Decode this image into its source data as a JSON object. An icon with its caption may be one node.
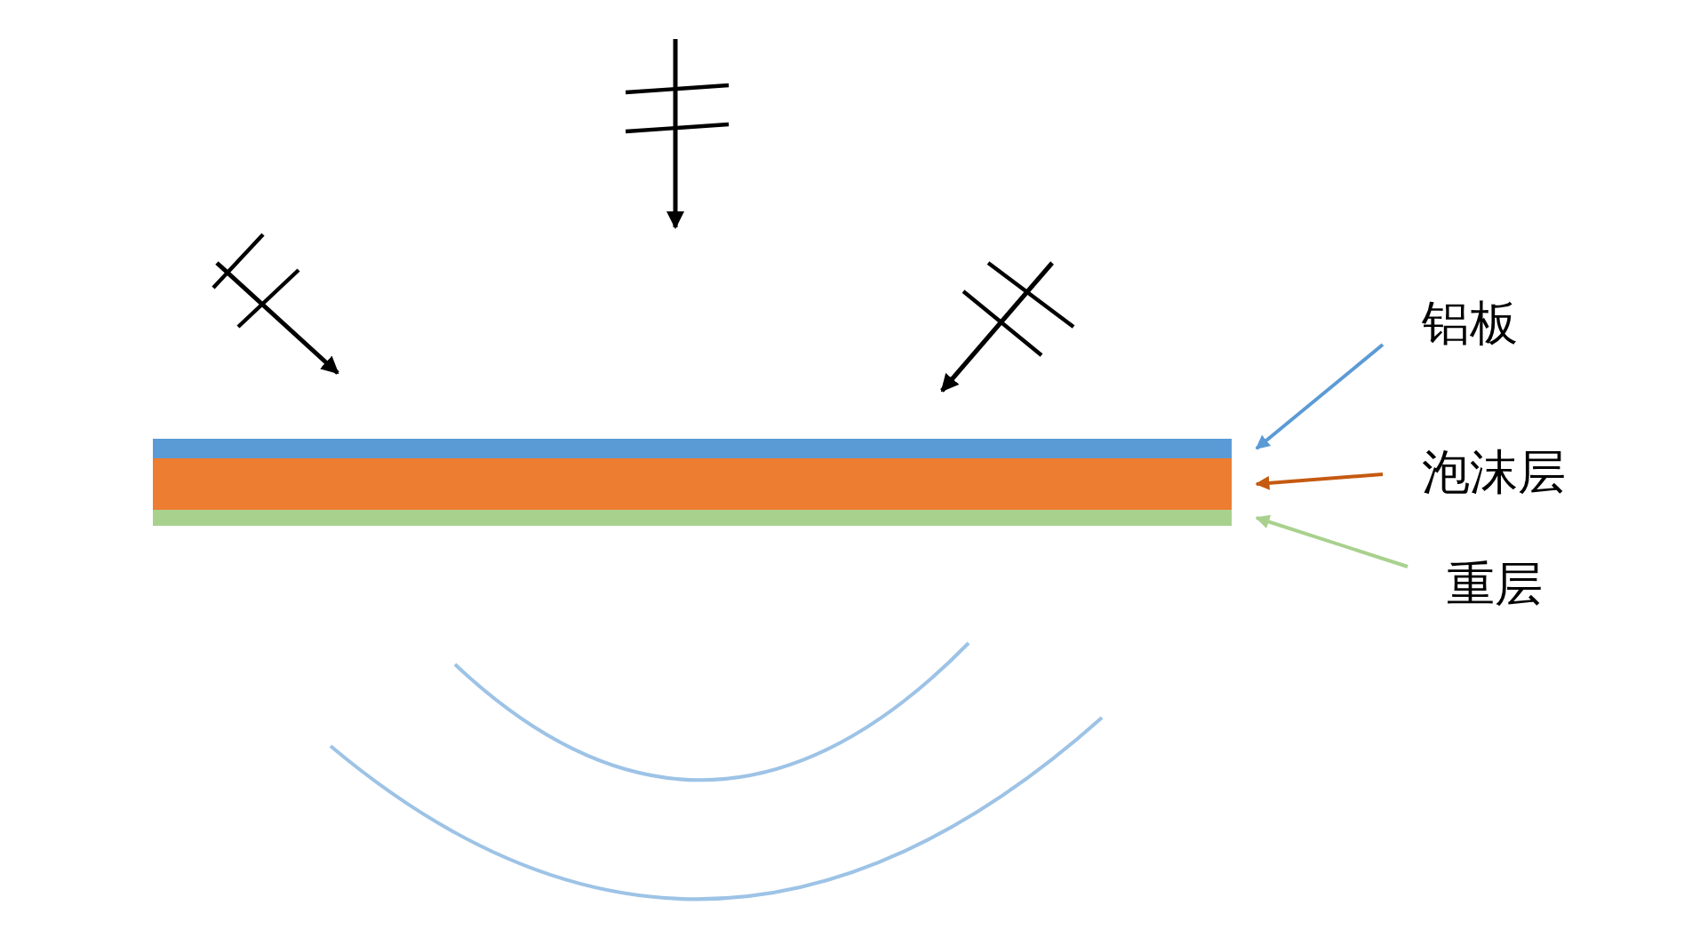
{
  "diagram": {
    "nodes": [
      {
        "text": [],
        "shape": "bar"
      },
      {
        "text": [],
        "shape": "bar"
      },
      {
        "text": [],
        "shape": "bar"
      },
      {
        "text": [
          "铝板"
        ]
      },
      {
        "text": [
          "泡沫层"
        ]
      },
      {
        "text": [
          "重层"
        ]
      }
    ],
    "edges": [
      {
        "from": 3,
        "to": 0,
        "arrow": "to",
        "color": "#5b9bd5"
      },
      {
        "from": 4,
        "to": 1,
        "arrow": "to",
        "color": "#c55a11"
      },
      {
        "from": 5,
        "to": 2,
        "arrow": "to",
        "color": "#a9d18e"
      }
    ]
  }
}
